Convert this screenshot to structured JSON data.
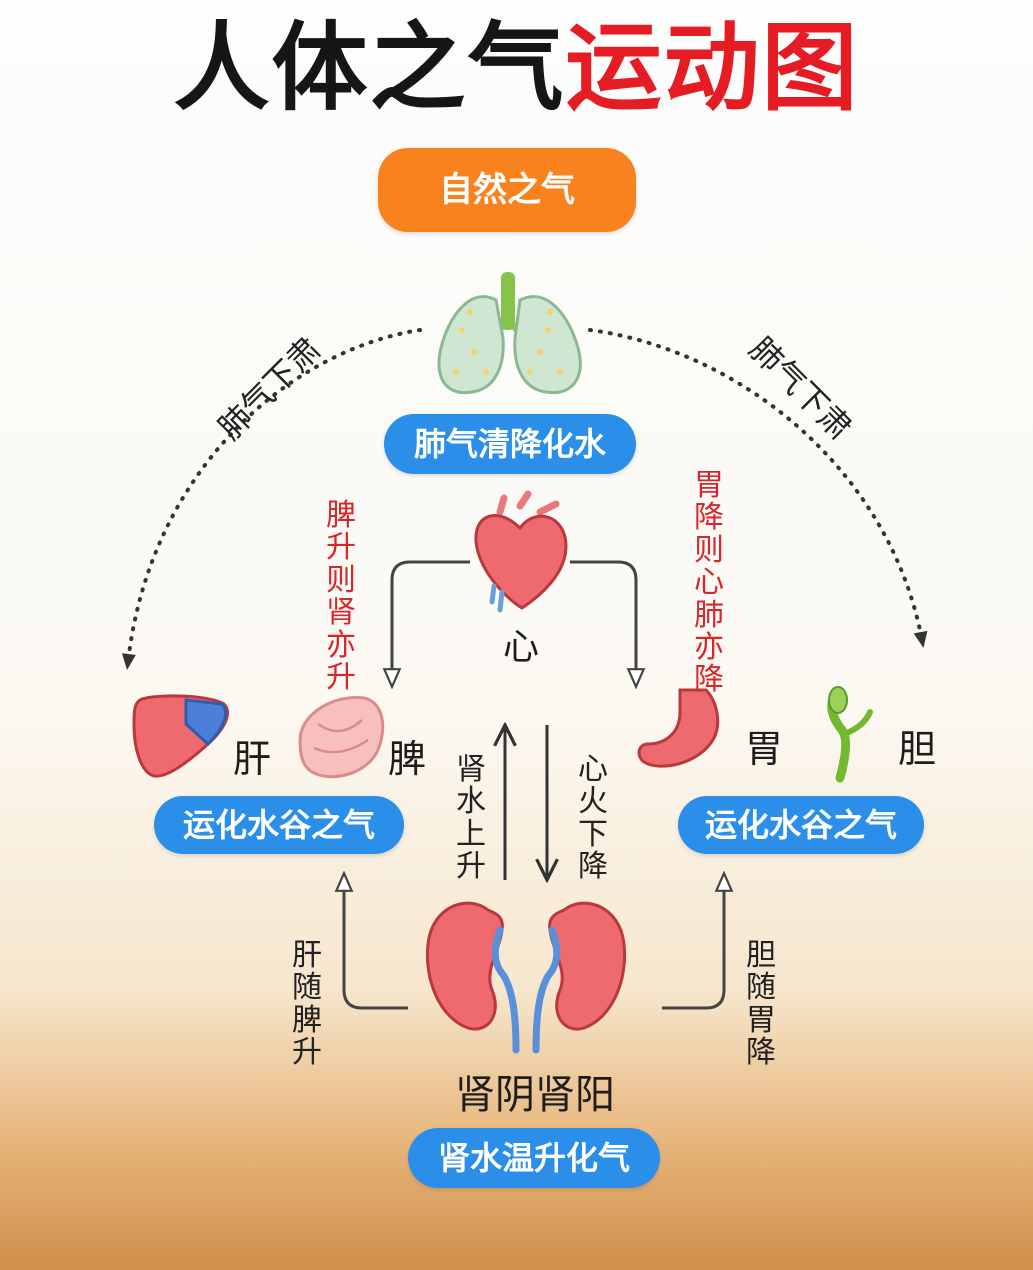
{
  "title": {
    "part1": "人体之气",
    "part2": "运动图"
  },
  "top_pill": "自然之气",
  "lung": {
    "pill": "肺气清降化水"
  },
  "side_left": "肺气下肃",
  "side_right": "肺气下肃",
  "heart": {
    "label": "心"
  },
  "spleen_rise": "脾升则肾亦升",
  "stomach_descend": "胃降则心肺亦降",
  "left_group": {
    "organ1": "肝",
    "organ2": "脾",
    "pill": "运化水谷之气"
  },
  "right_group": {
    "organ1": "胃",
    "organ2": "胆",
    "pill": "运化水谷之气"
  },
  "kidney_up": "肾水上升",
  "heart_fire_down": "心火下降",
  "liver_follow": "肝随脾升",
  "gall_follow": "胆随胃降",
  "kidney": {
    "label": "肾阴肾阳",
    "pill": "肾水温升化气"
  },
  "colors": {
    "title_red": "#e51c23",
    "pill_orange": "#f7821e",
    "pill_blue": "#2b8fea",
    "text_red": "#d9262b",
    "organ_red": "#ef6a6e"
  }
}
